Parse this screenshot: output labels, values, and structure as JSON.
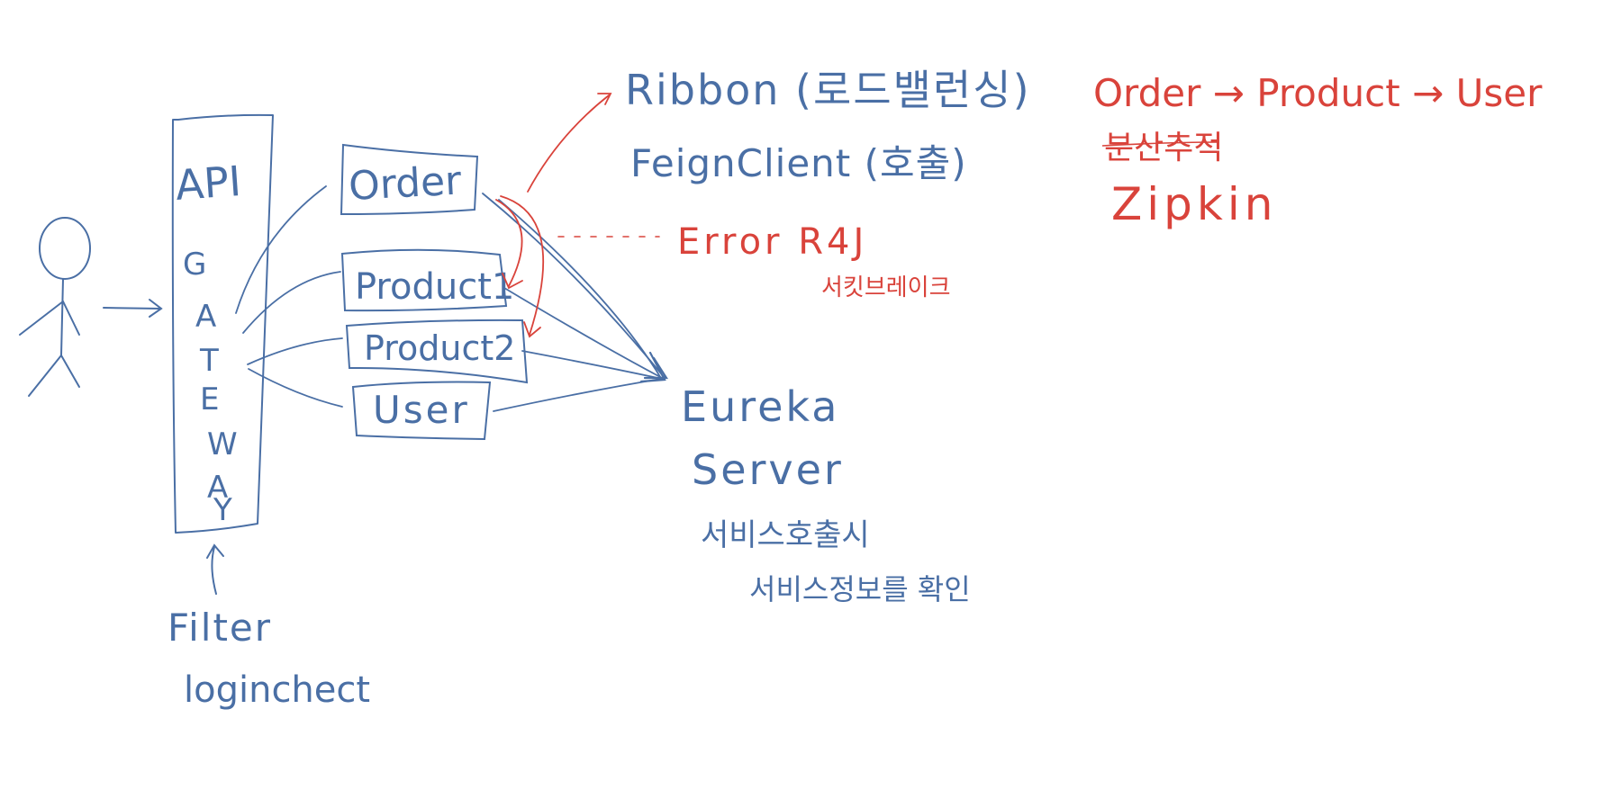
{
  "colors": {
    "ink_blue": "#4a6fa5",
    "ink_red": "#d9433b",
    "background": "#ffffff"
  },
  "actor": {
    "icon": "stick-figure-icon"
  },
  "gateway": {
    "line1": "API",
    "letters": [
      "G",
      "A",
      "T",
      "E",
      "W",
      "A",
      "Y"
    ]
  },
  "filter": {
    "label": "Filter",
    "sublabel": "loginchect"
  },
  "services": {
    "order": "Order",
    "product1": "Product1",
    "product2": "Product2",
    "user": "User"
  },
  "ribbon": {
    "label": "Ribbon (로드밸런싱)"
  },
  "feign": {
    "label": "FeignClient (호출)"
  },
  "error": {
    "label": "Error R4J",
    "sublabel": "서킷브레이크"
  },
  "eureka": {
    "line1": "Eureka",
    "line2": "Server",
    "note1": "서비스호출시",
    "note2": "서비스정보를 확인"
  },
  "tracing": {
    "chain": "Order → Product → User",
    "title": "분산추적",
    "tool": "Zipkin"
  }
}
